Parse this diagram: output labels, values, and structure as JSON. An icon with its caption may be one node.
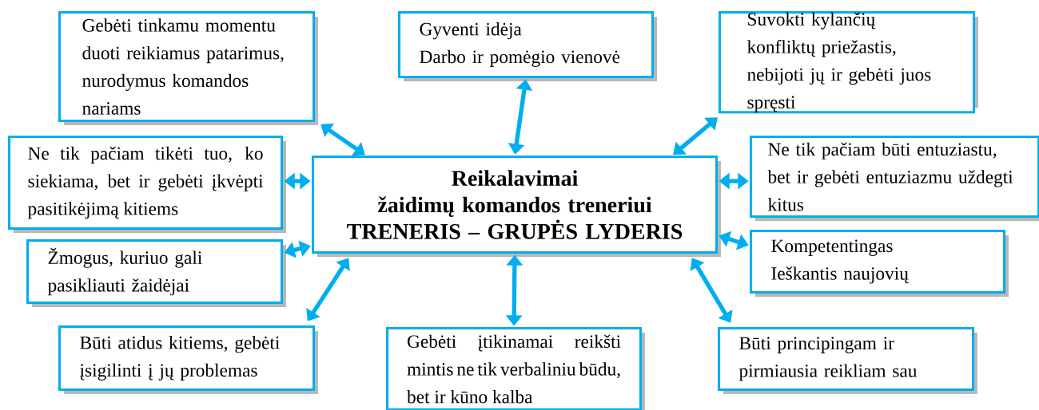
{
  "diagram": {
    "nodes": [
      {
        "text": [
          "Reikalavimai",
          "žaidimų komandos treneriui",
          "TRENERIS – GRUPĖS LYDERIS"
        ]
      },
      {
        "text": [
          "Gebėti tinkamu momentu duoti reikiamus patarimus, nurodymus komandos nariams"
        ]
      },
      {
        "text": [
          "Gyventi idėja",
          "Darbo ir pomėgio vienovė"
        ]
      },
      {
        "text": [
          "Suvokti kylančių konfliktų priežastis, nebijoti jų ir gebėti juos spręsti"
        ]
      },
      {
        "text": [
          "Ne tik pačiam tikėti tuo, ko siekiama, bet ir gebėti įkvėpti pasitikėjimą kitiems"
        ]
      },
      {
        "text": [
          "Ne tik pačiam būti entuziastu, bet ir gebėti entuziazmu uždegti kitus"
        ]
      },
      {
        "text": [
          "Žmogus, kuriuo gali pasikliauti žaidėjai"
        ]
      },
      {
        "text": [
          "Kompetentingas",
          "Ieškantis naujovių"
        ]
      },
      {
        "text": [
          "Būti atidus kitiems, gebėti įsigilinti į jų problemas"
        ]
      },
      {
        "text": [
          "Gebėti įtikinamai reikšti mintis ne tik verbaliniu būdu, bet ir kūno kalba"
        ]
      },
      {
        "text": [
          "Būti principingam ir pirmiausia reikliam sau"
        ]
      }
    ],
    "edges": [
      {
        "from": 0,
        "to": 1,
        "arrow": "both"
      },
      {
        "from": 0,
        "to": 2,
        "arrow": "both"
      },
      {
        "from": 0,
        "to": 3,
        "arrow": "both"
      },
      {
        "from": 0,
        "to": 4,
        "arrow": "both"
      },
      {
        "from": 0,
        "to": 5,
        "arrow": "both"
      },
      {
        "from": 0,
        "to": 6,
        "arrow": "both"
      },
      {
        "from": 0,
        "to": 7,
        "arrow": "both"
      },
      {
        "from": 0,
        "to": 8,
        "arrow": "both"
      },
      {
        "from": 0,
        "to": 9,
        "arrow": "both"
      },
      {
        "from": 0,
        "to": 10,
        "arrow": "both"
      }
    ]
  }
}
